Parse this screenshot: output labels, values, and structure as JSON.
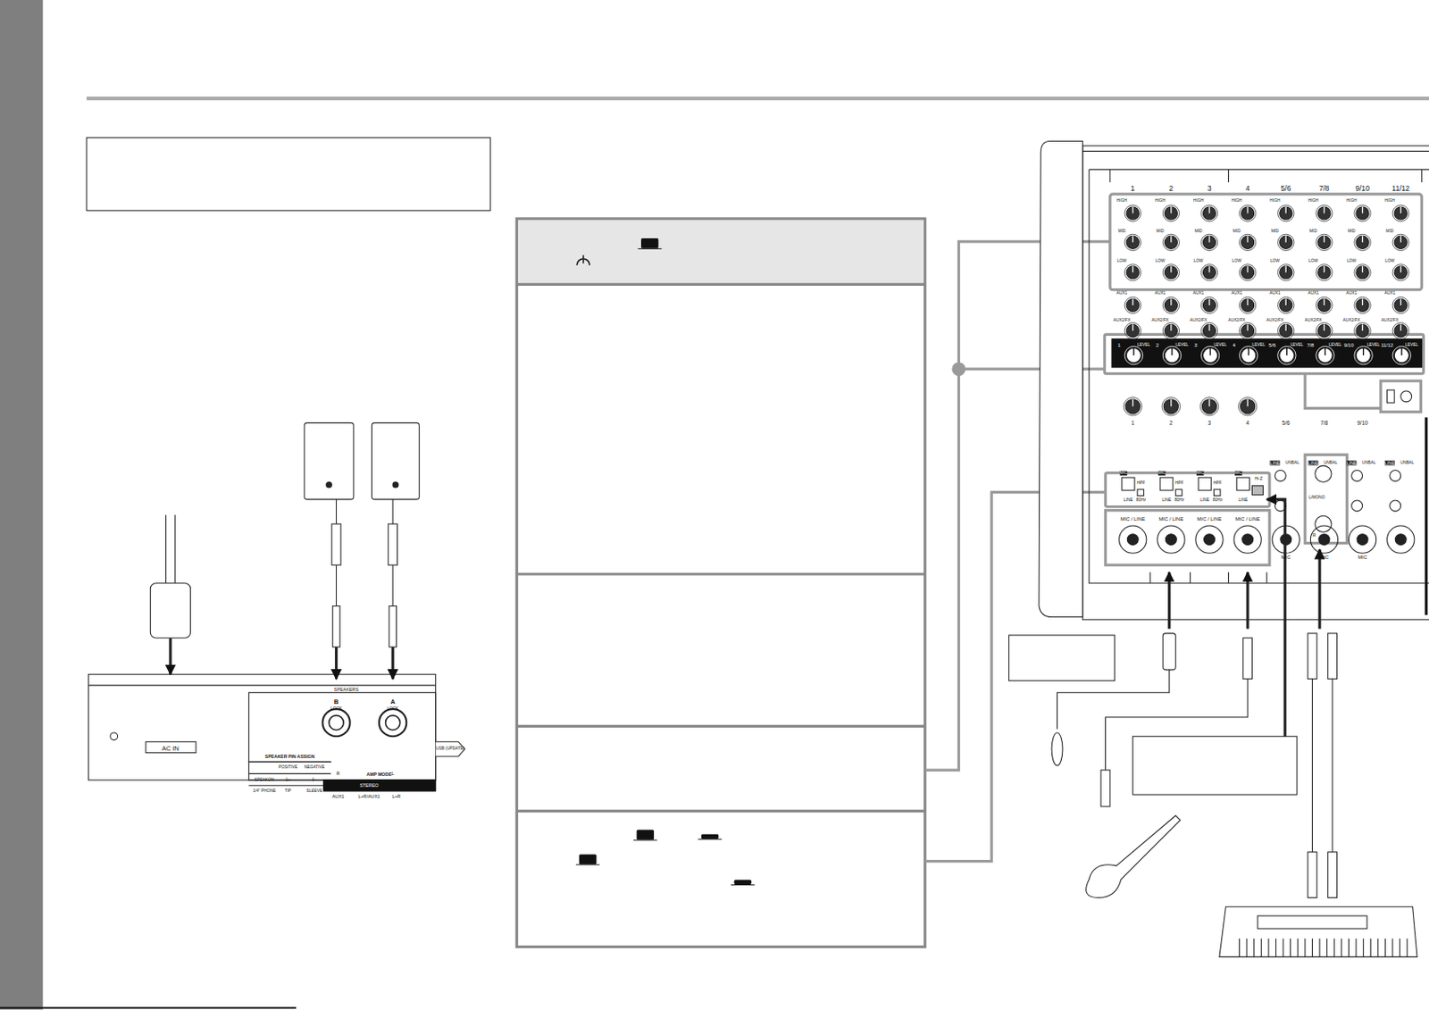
{
  "diagram": {
    "labels": [
      "1",
      "2",
      "3",
      "4",
      "5/6",
      "7/8",
      "9/10",
      "11/12",
      "HIGH",
      "MID",
      "LOW",
      "AUX1",
      "AUX2/FX",
      "LEVEL",
      "HIGH",
      "MID",
      "LOW",
      "AUX1",
      "AUX2/FX",
      "LEVEL",
      "HIGH",
      "MID",
      "LOW",
      "AUX1",
      "AUX2/FX",
      "LEVEL",
      "HIGH",
      "MID",
      "LOW",
      "AUX1",
      "AUX2/FX",
      "LEVEL",
      "HIGH",
      "MID",
      "LOW",
      "AUX1",
      "AUX2/FX",
      "LEVEL",
      "HIGH",
      "MID",
      "LOW",
      "AUX1",
      "AUX2/FX",
      "LEVEL",
      "HIGH",
      "MID",
      "LOW",
      "AUX1",
      "AUX2/FX",
      "LEVEL",
      "HIGH",
      "MID",
      "LOW",
      "AUX1",
      "AUX2/FX",
      "LEVEL",
      "1",
      "2",
      "3",
      "4",
      "5/6",
      "7/8",
      "9/10",
      "11/12",
      "1",
      "2",
      "3",
      "4",
      "5/6",
      "7/8",
      "9/10",
      "MIC",
      "LINE",
      "HPF",
      "80Hz",
      "MIC",
      "LINE",
      "HPF",
      "80Hz",
      "MIC",
      "LINE",
      "HPF",
      "80Hz",
      "MIC",
      "LINE",
      "Hi-Z",
      "LINE",
      "UNBAL",
      "LINE",
      "UNBAL",
      "LINE",
      "UNBAL",
      "LINE",
      "UNBAL",
      "L/MONO",
      "R",
      "MIC / LINE",
      "MIC / LINE",
      "MIC / LINE",
      "MIC / LINE",
      "MIC",
      "MIC",
      "MIC",
      "AC IN",
      "SPEAKERS",
      "B",
      "LOCK",
      "A",
      "LOCK",
      "SPEAKER PIN ASSIGN",
      "POSITIVE",
      "NEGATIVE",
      "1+",
      "1−",
      "SPEAKON",
      "1/4\" PHONE",
      "TIP",
      "SLEEVE",
      "R",
      "L",
      "AMP MODE",
      "STEREO",
      "AUX1",
      "L+R/AUX1",
      "L+R",
      "USB (UPDATE)"
    ]
  }
}
